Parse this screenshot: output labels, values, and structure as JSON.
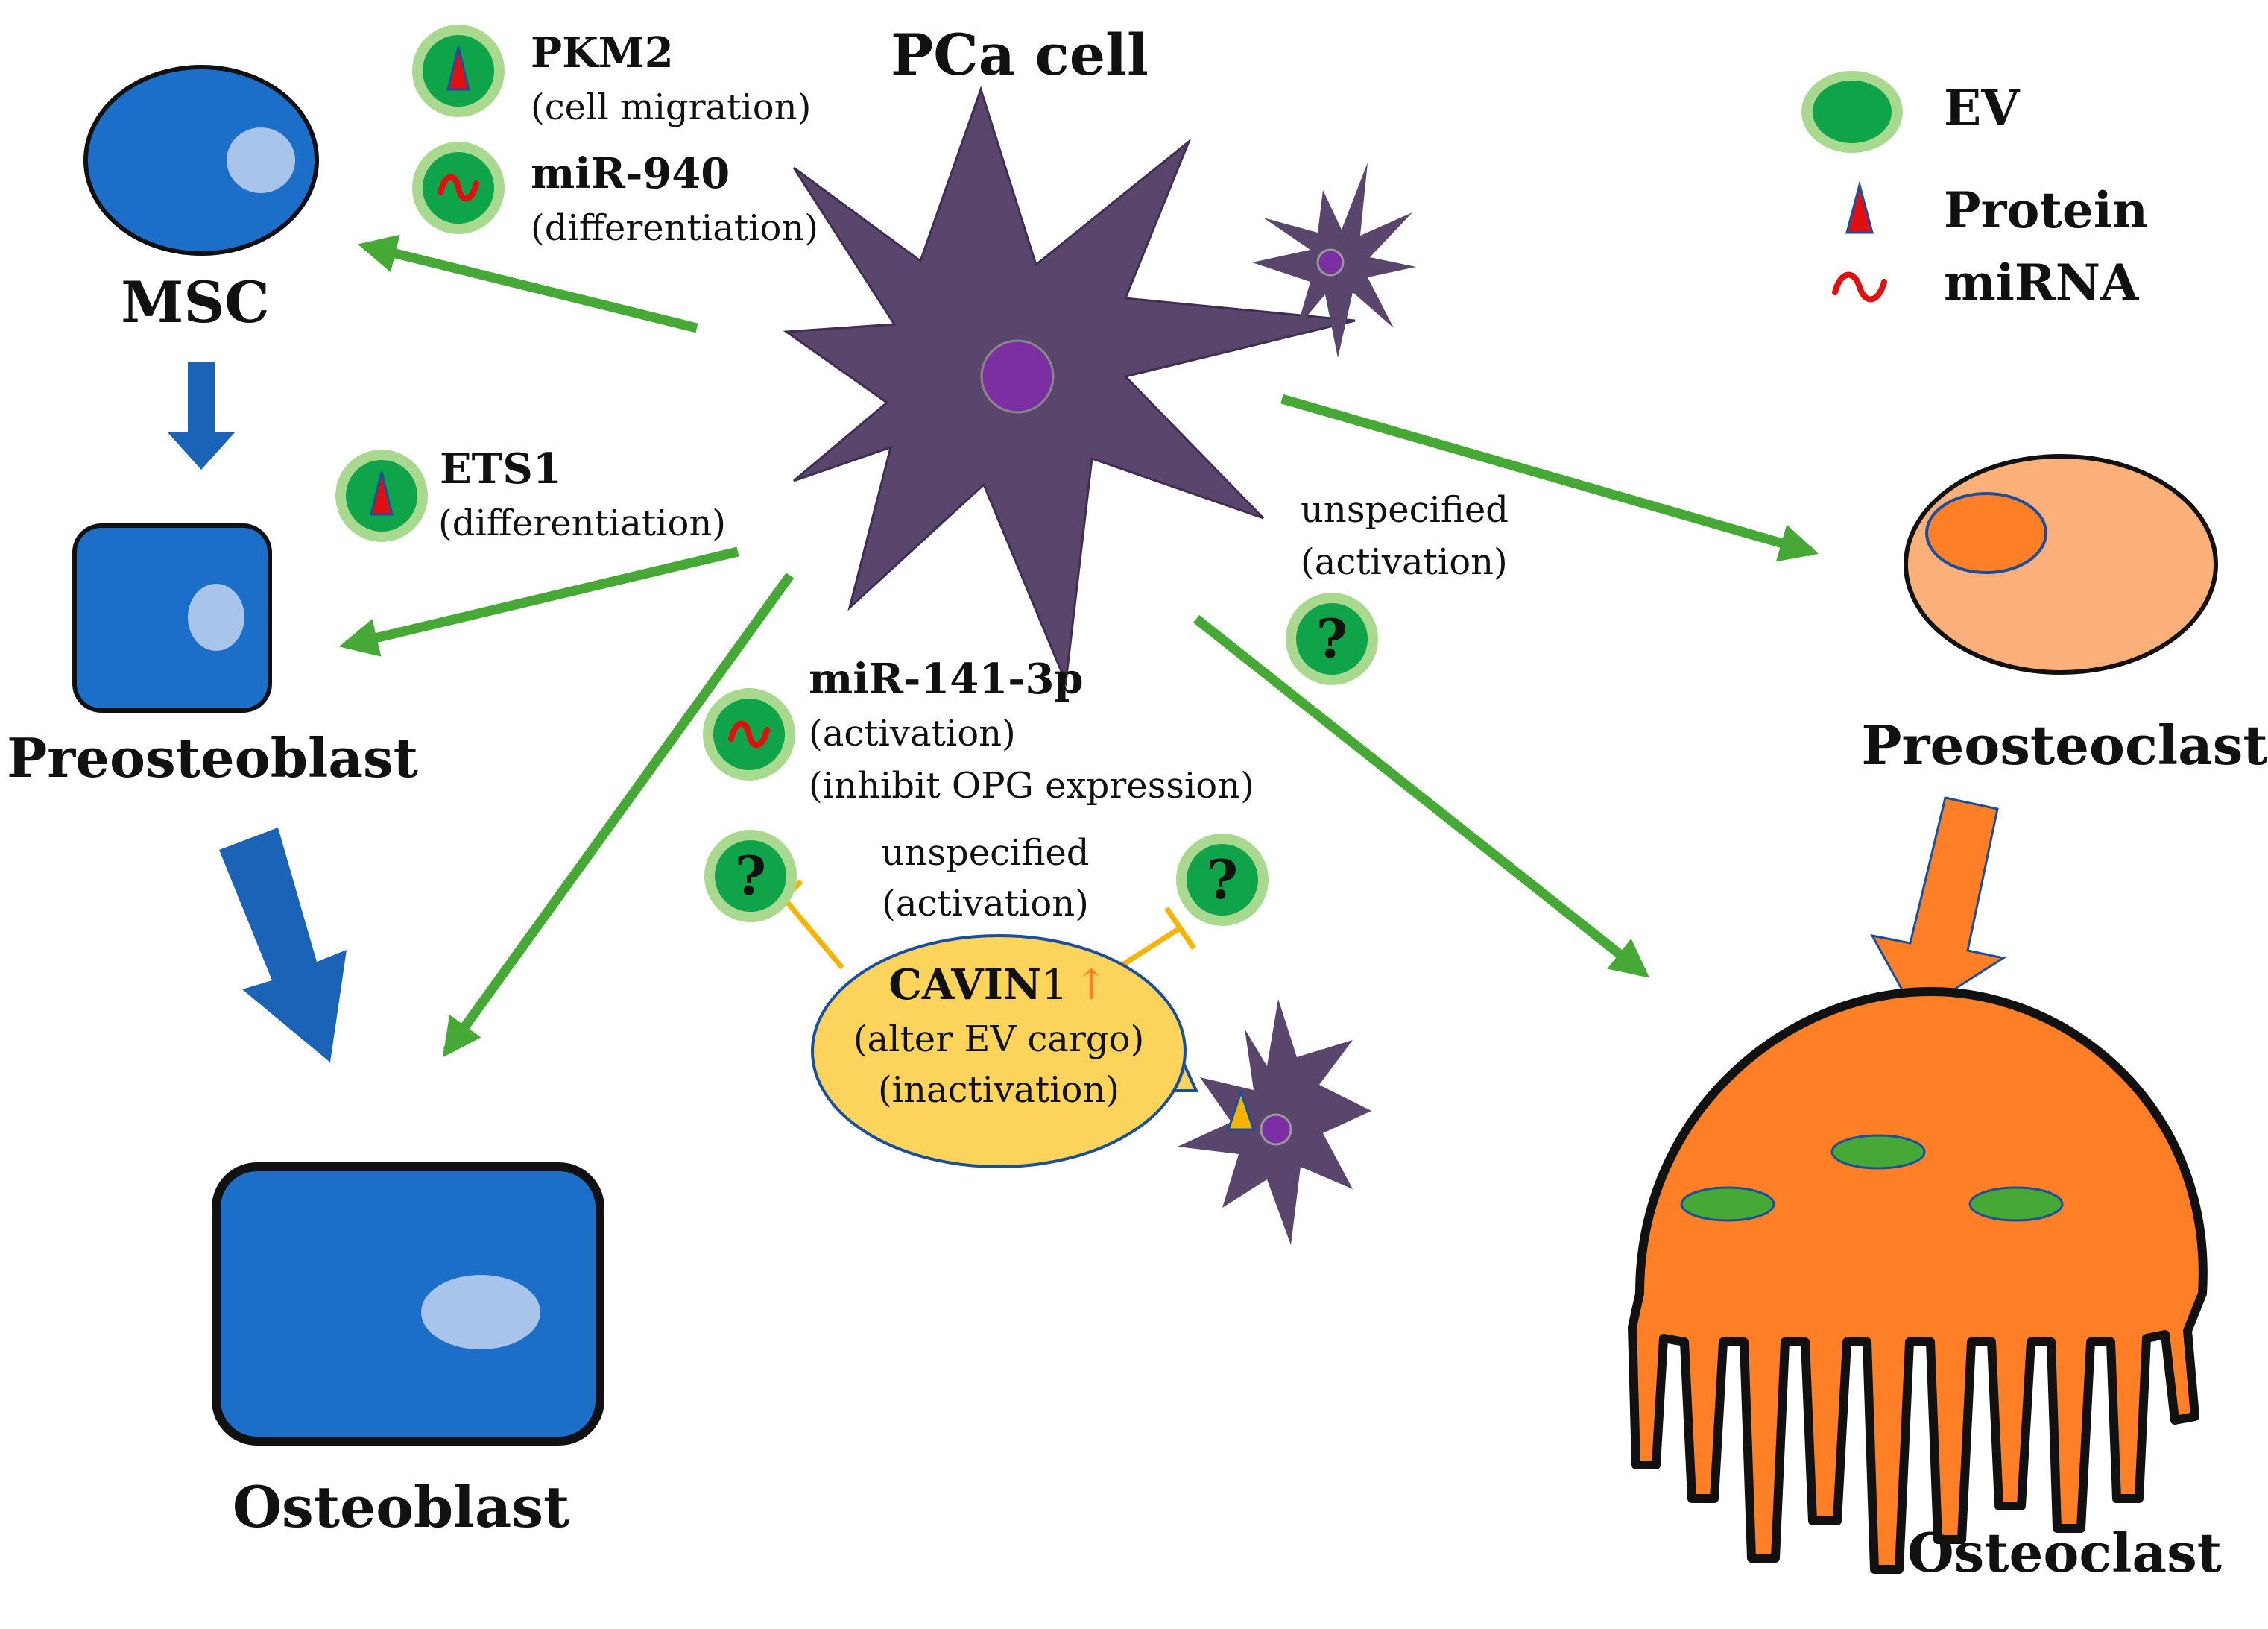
{
  "colors": {
    "arrow_green": "#46a835",
    "arrow_blue": "#1a63b6",
    "arrow_orange": "#ff7f26",
    "inhibit_yellow": "#f5b400",
    "pca_purple": "#5a456c",
    "nucleus_purple": "#7b2fa3",
    "msc_blue": "#1c6fc9",
    "nucleus_light": "#a8c4ea",
    "preosteoclast_fill": "#fbb07a",
    "osteoclast_fill": "#ff7f26",
    "ev_green": "#0fa34a",
    "ev_ring": "#a9d98f",
    "cavin_fill": "#fcd45b",
    "mirna_red": "#e01010"
  },
  "cells": {
    "msc": "MSC",
    "preosteoblast": "Preosteoblast",
    "osteoblast": "Osteoblast",
    "pca": "PCa cell",
    "preosteoclast": "Preosteoclast",
    "osteoclast": "Osteoclast"
  },
  "legend": {
    "ev": "EV",
    "protein": "Protein",
    "mirna": "miRNA"
  },
  "cargo": {
    "pkm2": {
      "name": "PKM2",
      "effect": "(cell migration)",
      "icon": "protein-icon"
    },
    "mir940": {
      "name": "miR-940",
      "effect": "(differentiation)",
      "icon": "mirna-icon"
    },
    "ets1": {
      "name": "ETS1",
      "effect": "(differentiation)",
      "icon": "protein-icon"
    },
    "mir141": {
      "name": "miR-141-3p",
      "effect": "(activation)",
      "effect2": "(inhibit OPG expression)",
      "icon": "mirna-icon"
    },
    "unspecified_center": {
      "name": "unspecified",
      "effect": "(activation)",
      "icon": "question-icon"
    },
    "unspecified_right": {
      "name": "unspecified",
      "effect": "(activation)",
      "icon": "question-icon"
    }
  },
  "cavin": {
    "name": "CAVIN",
    "suffix": "1",
    "up_arrow": "↑",
    "line1": "(alter EV cargo)",
    "line2": "(inactivation)"
  },
  "question_mark": "?"
}
